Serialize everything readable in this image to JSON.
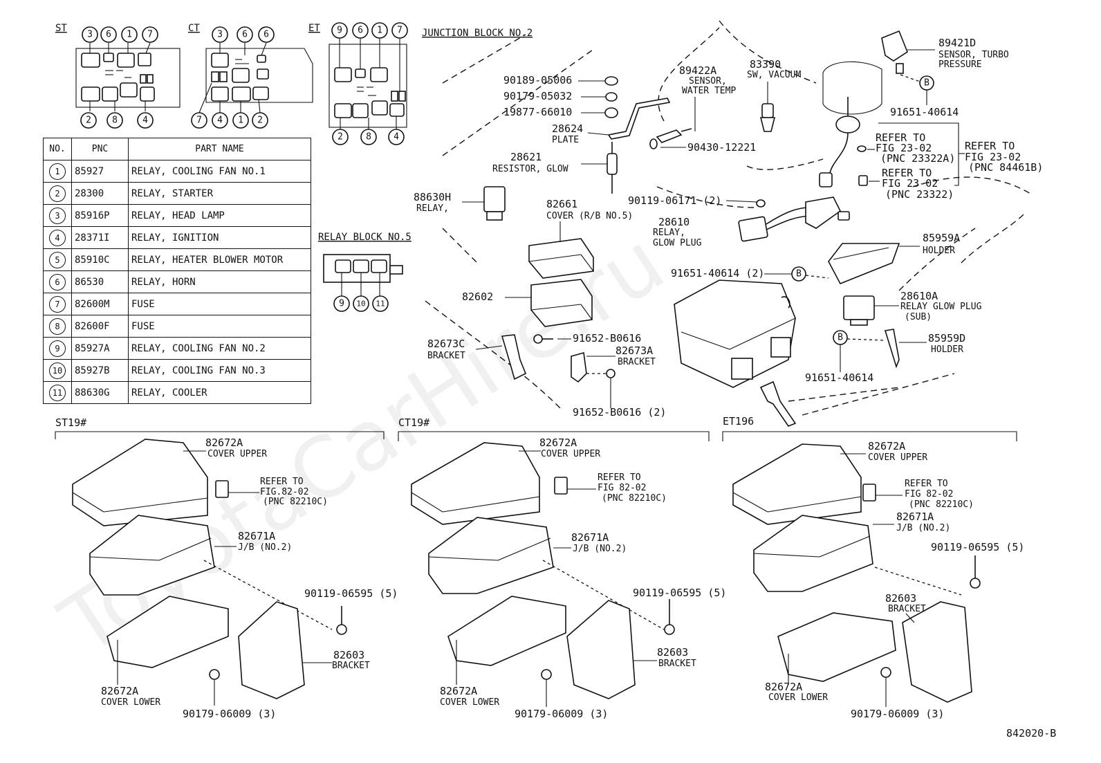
{
  "watermark": "ToyotaCarHire.ru",
  "diagram_code": "842020-B",
  "layouts": {
    "st": {
      "label": "ST",
      "top": [
        "3",
        "6",
        "1",
        "7"
      ],
      "bottom": [
        "2",
        "8",
        "4"
      ]
    },
    "ct": {
      "label": "CT",
      "top": [
        "3",
        "6",
        "6"
      ],
      "bottom": [
        "7",
        "4",
        "1",
        "2"
      ]
    },
    "et": {
      "label": "ET",
      "top": [
        "9",
        "6",
        "1",
        "7"
      ],
      "bottom": [
        "2",
        "8",
        "4"
      ]
    }
  },
  "junction_block_title": "JUNCTION BLOCK NO.2",
  "relay_block_title": "RELAY BLOCK NO.5",
  "relay_block_numbers": [
    "9",
    "10",
    "11"
  ],
  "table": {
    "headers": {
      "no": "NO.",
      "pnc": "PNC",
      "name": "PART NAME"
    },
    "rows": [
      {
        "no": "1",
        "pnc": "85927",
        "name": "RELAY, COOLING FAN NO.1"
      },
      {
        "no": "2",
        "pnc": "28300",
        "name": "RELAY, STARTER"
      },
      {
        "no": "3",
        "pnc": "85916P",
        "name": "RELAY, HEAD LAMP"
      },
      {
        "no": "4",
        "pnc": "28371I",
        "name": "RELAY, IGNITION"
      },
      {
        "no": "5",
        "pnc": "85910C",
        "name": "RELAY, HEATER BLOWER MOTOR"
      },
      {
        "no": "6",
        "pnc": "86530",
        "name": "RELAY, HORN"
      },
      {
        "no": "7",
        "pnc": "82600M",
        "name": "FUSE"
      },
      {
        "no": "8",
        "pnc": "82600F",
        "name": "FUSE"
      },
      {
        "no": "9",
        "pnc": "85927A",
        "name": "RELAY, COOLING FAN NO.2"
      },
      {
        "no": "10",
        "pnc": "85927B",
        "name": "RELAY, COOLING FAN NO.3"
      },
      {
        "no": "11",
        "pnc": "88630G",
        "name": "RELAY, COOLER"
      }
    ]
  },
  "callouts": {
    "p90189": "90189-05006",
    "p90179a": "90179-05032",
    "p19877": "19877-66010",
    "p28624": "28624",
    "plate": "PLATE",
    "p28621": "28621",
    "resistor_glow": "RESISTOR, GLOW",
    "p88630h": "88630H",
    "relay": "RELAY,",
    "p89422a": "89422A",
    "sensor": "SENSOR,",
    "water_temp": "WATER TEMP",
    "p90430": "90430-12221",
    "p83390": "83390",
    "sw_vacuum": "SW, VACUUM",
    "p89421d": "89421D",
    "sensor_turbo": "SENSOR, TURBO",
    "pressure": "PRESSURE",
    "p91651_top": "91651-40614",
    "refer_to": "REFER TO",
    "fig2302": "FIG 23-02",
    "pnc23322a": "(PNC 23322A)",
    "pnc23322": "(PNC 23322)",
    "pnc84461b": "(PNC 84461B)",
    "p90119_06171": "90119-06171 (2)",
    "p82661": "82661",
    "cover_rb5": "COVER (R/B NO.5)",
    "p28610": "28610",
    "relay2": "RELAY,",
    "glow_plug": "GLOW PLUG",
    "p85959a": "85959A",
    "holder": "HOLDER",
    "p91651_2": "91651-40614 (2)",
    "p28610a": "28610A",
    "relay_glow_plug": "RELAY GLOW PLUG",
    "sub": "(SUB)",
    "p82602": "82602",
    "p82673c": "82673C",
    "bracket": "BRACKET",
    "p91652": "91652-B0616",
    "p82673a": "82673A",
    "p91652_2": "91652-B0616 (2)",
    "p85959d": "85959D",
    "p91651_bot": "91651-40614",
    "b": "B"
  },
  "variants": [
    {
      "label": "ST19#",
      "cover_upper_pn": "82672A",
      "cover_upper": "COVER UPPER",
      "refer": "REFER TO",
      "fig": "FIG.82-02",
      "pnc": "(PNC 82210C)",
      "jb_pn": "82671A",
      "jb": "J/B (NO.2)",
      "screw": "90119-06595 (5)",
      "bracket_pn": "82603",
      "bracket": "BRACKET",
      "cover_lower_pn": "82672A",
      "cover_lower": "COVER LOWER",
      "nut": "90179-06009 (3)"
    },
    {
      "label": "CT19#",
      "cover_upper_pn": "82672A",
      "cover_upper": "COVER UPPER",
      "refer": "REFER TO",
      "fig": "FIG 82-02",
      "pnc": "(PNC 82210C)",
      "jb_pn": "82671A",
      "jb": "J/B (NO.2)",
      "screw": "90119-06595 (5)",
      "bracket_pn": "82603",
      "bracket": "BRACKET",
      "cover_lower_pn": "82672A",
      "cover_lower": "COVER LOWER",
      "nut": "90179-06009 (3)"
    },
    {
      "label": "ET196",
      "cover_upper_pn": "82672A",
      "cover_upper": "COVER UPPER",
      "refer": "REFER TO",
      "fig": "FIG 82-02",
      "pnc": "(PNC 82210C)",
      "jb_pn": "82671A",
      "jb": "J/B (NO.2)",
      "screw": "90119-06595 (5)",
      "bracket_pn": "82603",
      "bracket": "BRACKET",
      "cover_lower_pn": "82672A",
      "cover_lower": "COVER LOWER",
      "nut": "90179-06009 (3)"
    }
  ]
}
